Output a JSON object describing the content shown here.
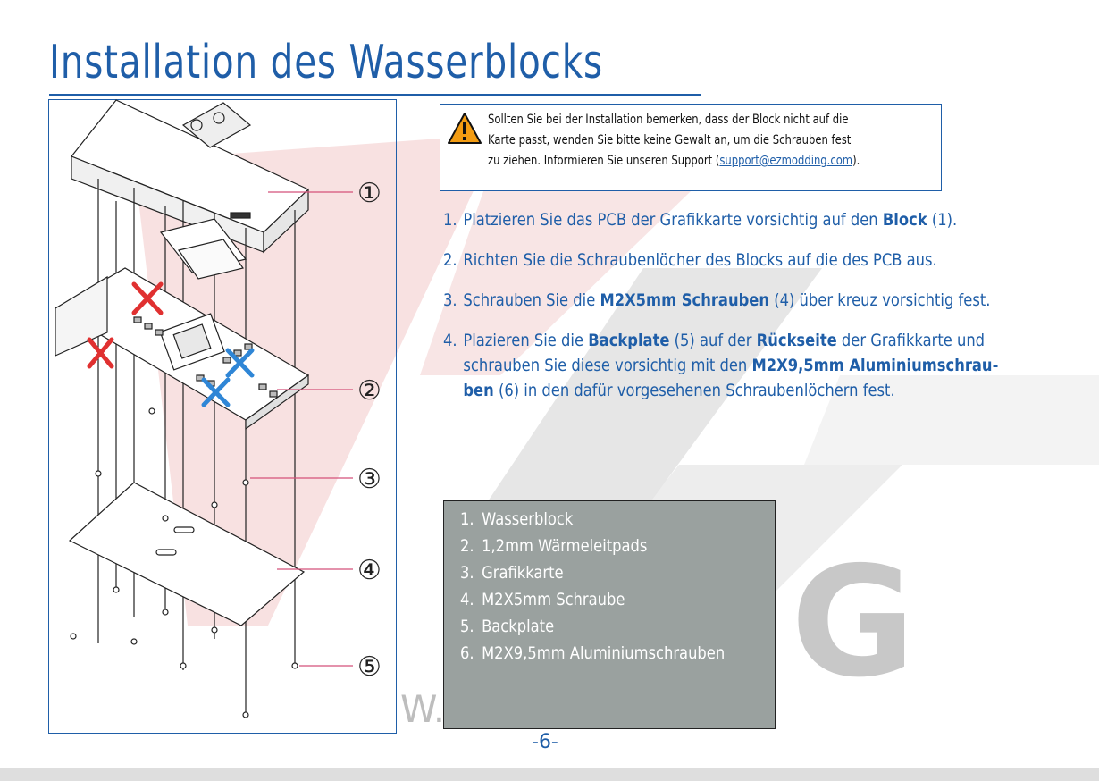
{
  "title": "Installation des Wasserblocks",
  "colors": {
    "accent": "#1f5ea8",
    "parts_box": "#9aa19f",
    "warning": "#f39c12",
    "mark_red": "#e03030",
    "mark_blue": "#2f86d6"
  },
  "warning": {
    "icon": "warning-triangle-icon",
    "line1": "Sollten Sie bei der Installation bemerken, dass der Block nicht auf die",
    "line2": "Karte passt, wenden Sie bitte keine Gewalt an, um die Schrauben fest",
    "line3_pre": "zu ziehen. Informieren Sie unseren Support (",
    "email": "support@ezmodding.com",
    "line3_post": ")."
  },
  "steps": [
    {
      "num": "1.",
      "pre": "Platzieren Sie das PCB der Grafikkarte vorsichtig auf den ",
      "bold": "Block",
      "post": " (1)."
    },
    {
      "num": "2.",
      "text": "Richten Sie die Schraubenlöcher des Blocks auf die des PCB aus."
    },
    {
      "num": "3.",
      "pre": "Schrauben Sie die ",
      "bold": "M2X5mm Schrauben",
      "post": " (4) über kreuz vorsichtig fest."
    },
    {
      "num": "4.",
      "a": "Plazieren Sie die ",
      "b1": "Backplate",
      "c": " (5) auf der ",
      "b2": "Rückseite",
      "d": " der Grafikkarte und",
      "e": "schrauben Sie diese vorsichtig mit den ",
      "b3": "M2X9,5mm Aluminiumschrau-",
      "b4": "ben",
      "f": " (6) in den dafür vorgesehenen Schraubenlöchern fest."
    }
  ],
  "parts": [
    {
      "num": "1.",
      "label": "Wasserblock"
    },
    {
      "num": "2.",
      "label": "1,2mm Wärmeleitpads"
    },
    {
      "num": "3.",
      "label": "Grafikkarte"
    },
    {
      "num": "4.",
      "label": "M2X5mm Schraube"
    },
    {
      "num": "5.",
      "label": "Backplate"
    },
    {
      "num": "6.",
      "label": "M2X9,5mm Aluminiumschrauben"
    }
  ],
  "callouts": [
    "①",
    "②",
    "③",
    "④",
    "⑤"
  ],
  "watermark": {
    "letters": "G",
    "url_fragment": "W."
  },
  "page_number": "-6-"
}
